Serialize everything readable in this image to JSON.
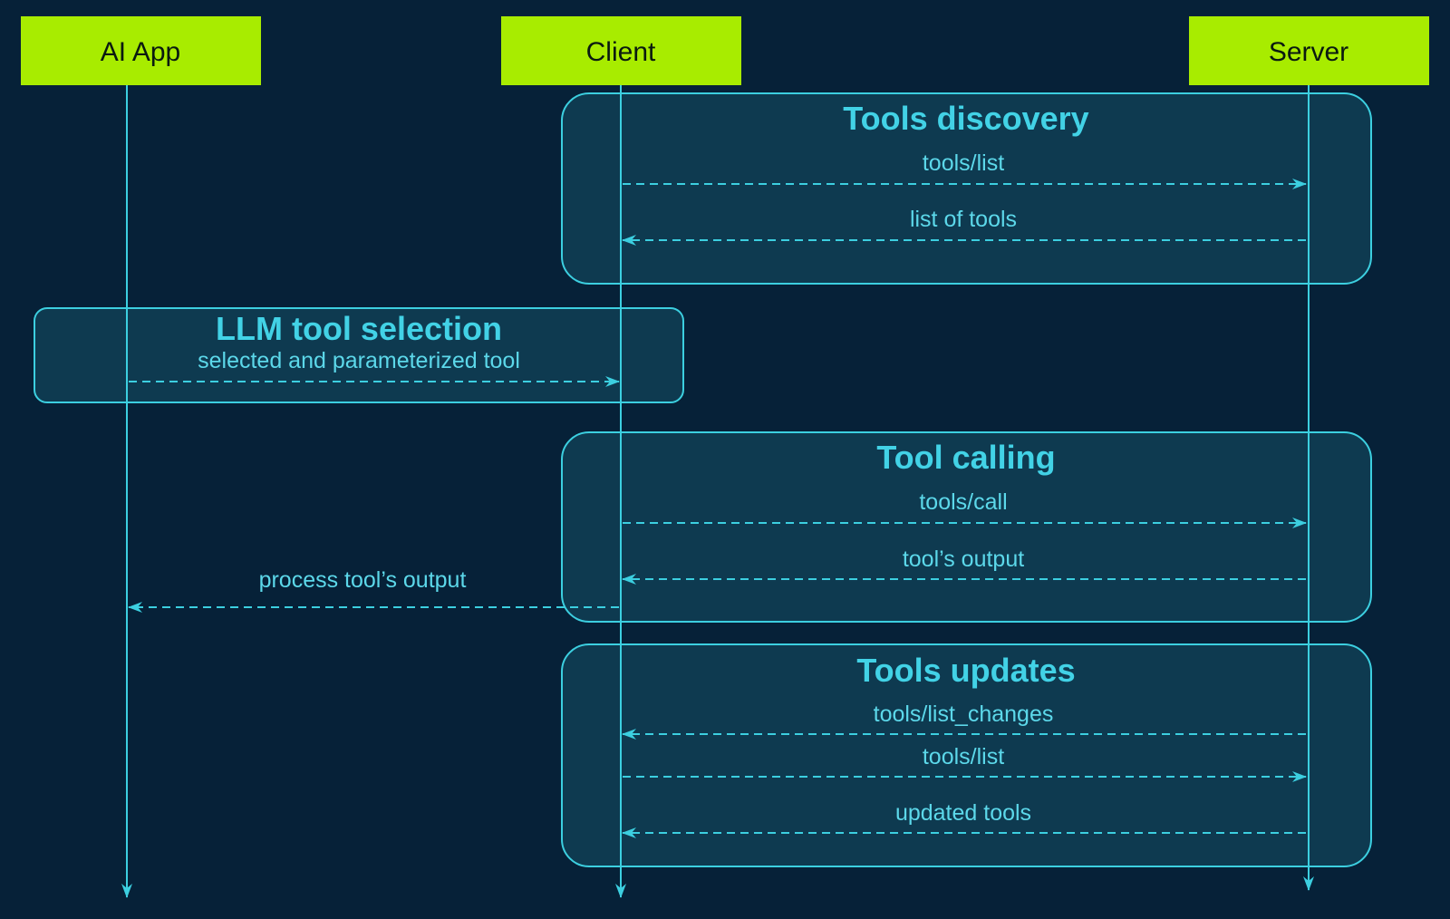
{
  "actors": {
    "app": "AI App",
    "client": "Client",
    "server": "Server"
  },
  "groups": {
    "discovery": {
      "title": "Tools discovery",
      "messages": [
        "tools/list",
        "list of tools"
      ]
    },
    "selection": {
      "title": "LLM tool selection",
      "messages": [
        "selected and parameterized tool"
      ]
    },
    "calling": {
      "title": "Tool calling",
      "messages": [
        "tools/call",
        "tool’s output"
      ]
    },
    "updates": {
      "title": "Tools updates",
      "messages": [
        "tools/list_changes",
        "tools/list",
        "updated tools"
      ]
    }
  },
  "messages": {
    "process": "process tool’s output"
  },
  "colors": {
    "background": "#062138",
    "actor_fill": "#a8ec00",
    "accent": "#3ccfe0",
    "group_fill": "#0e3a50"
  }
}
